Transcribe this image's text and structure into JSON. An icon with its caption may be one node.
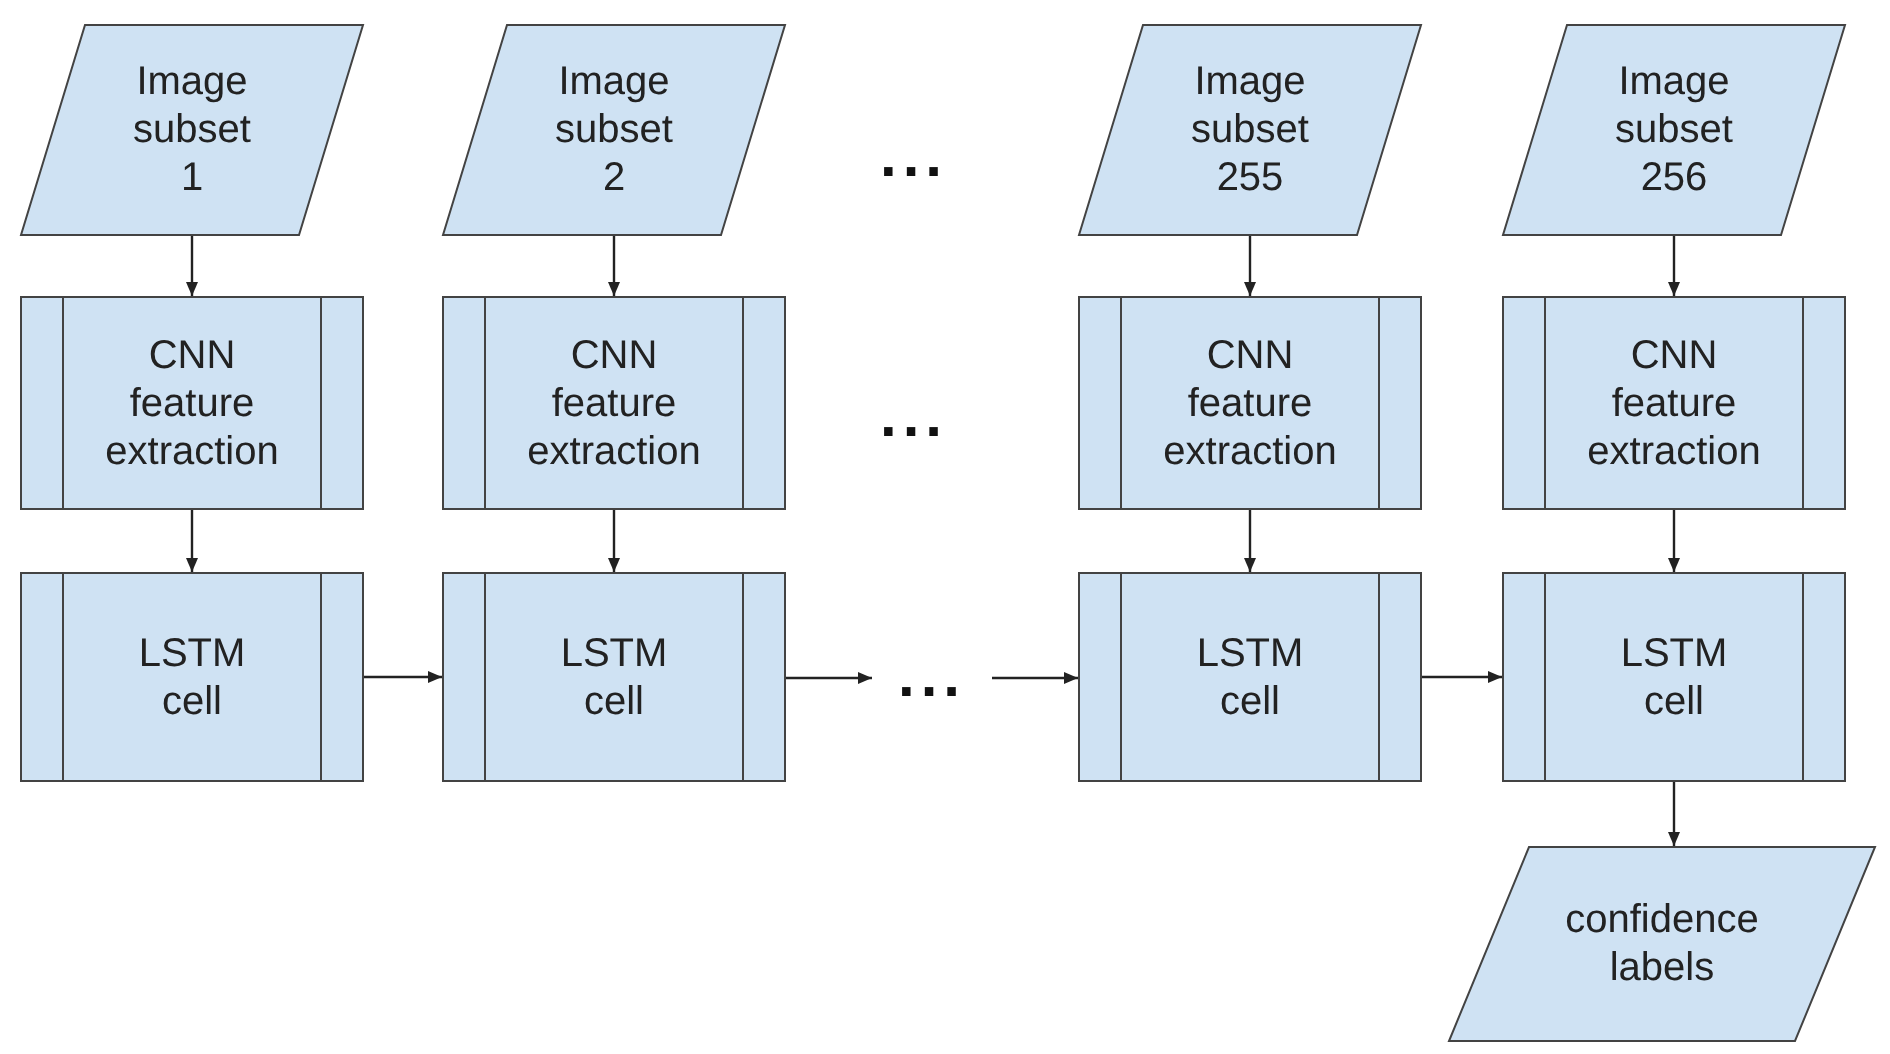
{
  "diagram": {
    "nodes": [
      {
        "text": [
          "Image subset 1"
        ]
      },
      {
        "text": [
          "Image subset 2"
        ]
      },
      {
        "text": [
          "Image subset 255"
        ]
      },
      {
        "text": [
          "Image subset 256"
        ]
      },
      {
        "text": [
          "CNN feature extraction"
        ]
      },
      {
        "text": [
          "CNN feature extraction"
        ]
      },
      {
        "text": [
          "CNN feature extraction"
        ]
      },
      {
        "text": [
          "CNN feature extraction"
        ]
      },
      {
        "text": [
          "LSTM cell"
        ]
      },
      {
        "text": [
          "LSTM cell"
        ]
      },
      {
        "text": [
          "..."
        ]
      },
      {
        "text": [
          "LSTM cell"
        ]
      },
      {
        "text": [
          "LSTM cell"
        ]
      },
      {
        "text": [
          "confidence labels"
        ]
      }
    ],
    "edges": [
      {
        "from": 0,
        "to": 4,
        "arrow": "to"
      },
      {
        "from": 1,
        "to": 5,
        "arrow": "to"
      },
      {
        "from": 2,
        "to": 6,
        "arrow": "to"
      },
      {
        "from": 3,
        "to": 7,
        "arrow": "to"
      },
      {
        "from": 4,
        "to": 8,
        "arrow": "to"
      },
      {
        "from": 5,
        "to": 9,
        "arrow": "to"
      },
      {
        "from": 6,
        "to": 11,
        "arrow": "to"
      },
      {
        "from": 7,
        "to": 12,
        "arrow": "to"
      },
      {
        "from": 8,
        "to": 9,
        "arrow": "to"
      },
      {
        "from": 9,
        "to": 10,
        "arrow": "to"
      },
      {
        "from": 10,
        "to": 11,
        "arrow": "to"
      },
      {
        "from": 11,
        "to": 12,
        "arrow": "to"
      },
      {
        "from": 12,
        "to": 13,
        "arrow": "to"
      }
    ],
    "labels": [
      "...",
      "..."
    ]
  }
}
